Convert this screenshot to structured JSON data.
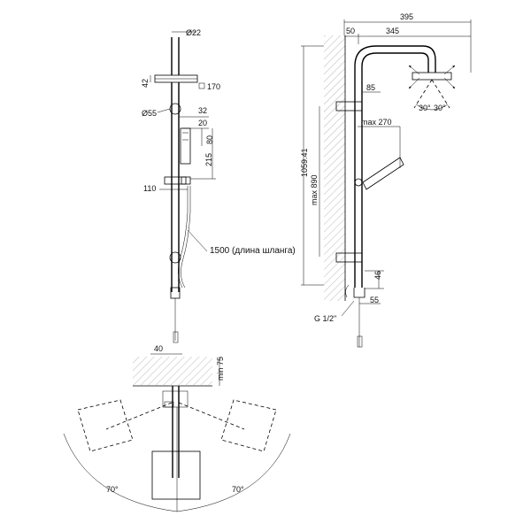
{
  "front_view": {
    "pipe_diameter": "Ø22",
    "head_height": "42",
    "head_size": "170",
    "holder_diameter": "Ø55",
    "hand_shower_offset": "32",
    "hand_shower_width": "20",
    "hand_shower_head": "80",
    "hand_shower_length": "215",
    "bracket_width": "110",
    "hose_note": "1500 (длина шланга)"
  },
  "side_view": {
    "total_reach": "395",
    "wall_offset": "50",
    "arm_length": "345",
    "bracket_offset": "85",
    "slider_travel": "max 270",
    "total_height": "1059.41",
    "max_height": "max 890",
    "bottom_height": "46",
    "bottom_offset": "55",
    "thread_label": "G 1/2\"",
    "angle_left": "30°",
    "angle_right": "30°"
  },
  "top_view": {
    "width": "40",
    "min_distance": "min 75",
    "angle_left": "70°",
    "angle_right": "70°"
  },
  "colors": {
    "line": "#000000",
    "hatch": "#888888",
    "background": "#ffffff"
  }
}
